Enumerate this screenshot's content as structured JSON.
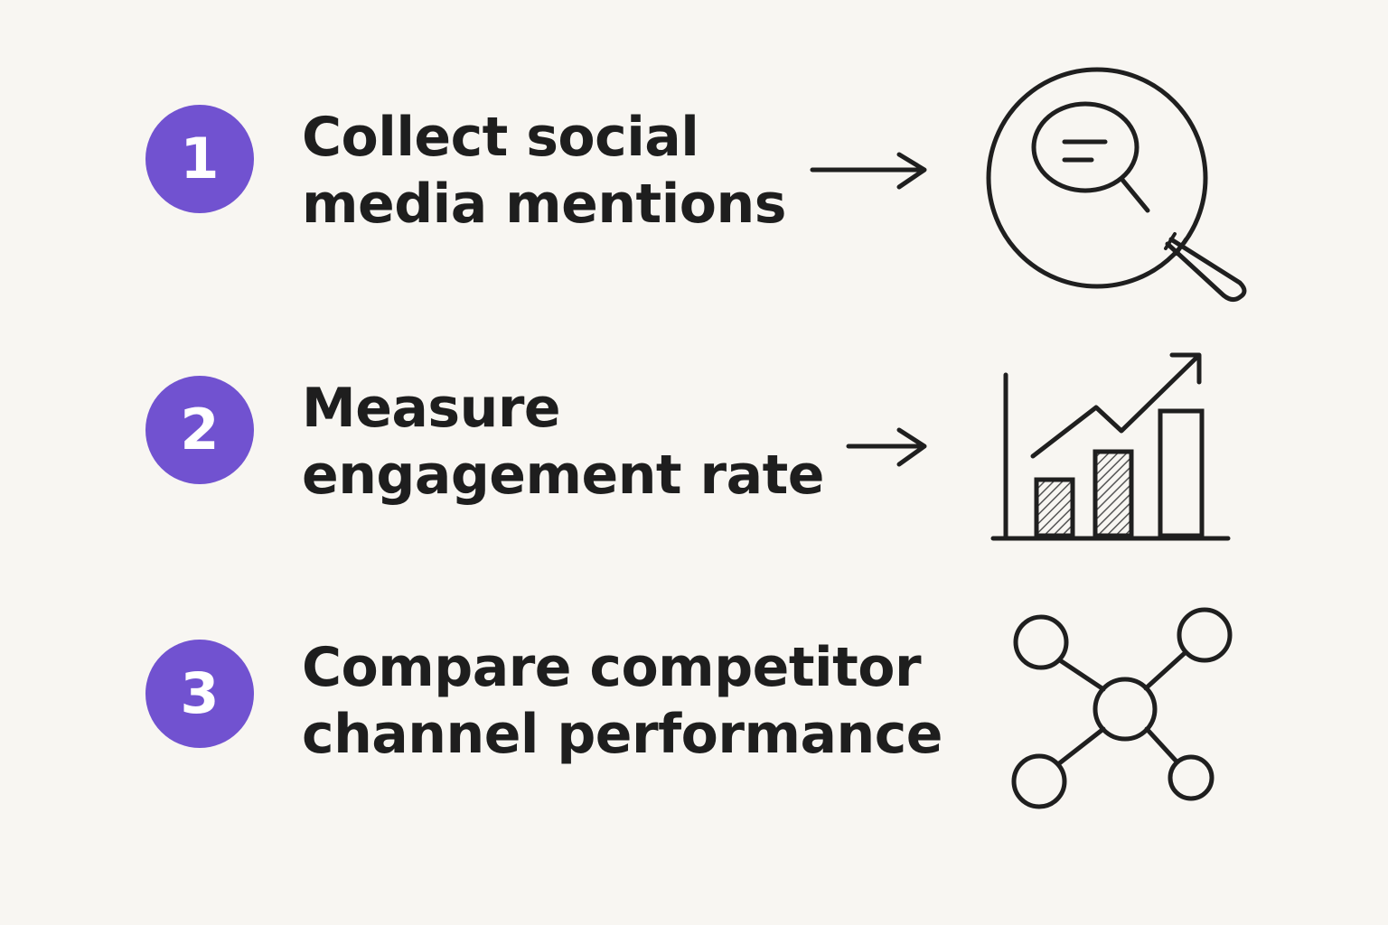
{
  "colors": {
    "background": "#f8f6f2",
    "badge": "#7152d0",
    "ink": "#1f1f1f"
  },
  "steps": [
    {
      "number": "1",
      "line1": "Collect social",
      "line2": "media mentions",
      "icon": "magnifier-with-speech-bubble-icon"
    },
    {
      "number": "2",
      "line1": "Measure",
      "line2": "engagement rate",
      "icon": "rising-bar-chart-icon"
    },
    {
      "number": "3",
      "line1": "Compare competitor",
      "line2": "channel performance",
      "icon": "network-nodes-icon"
    }
  ]
}
